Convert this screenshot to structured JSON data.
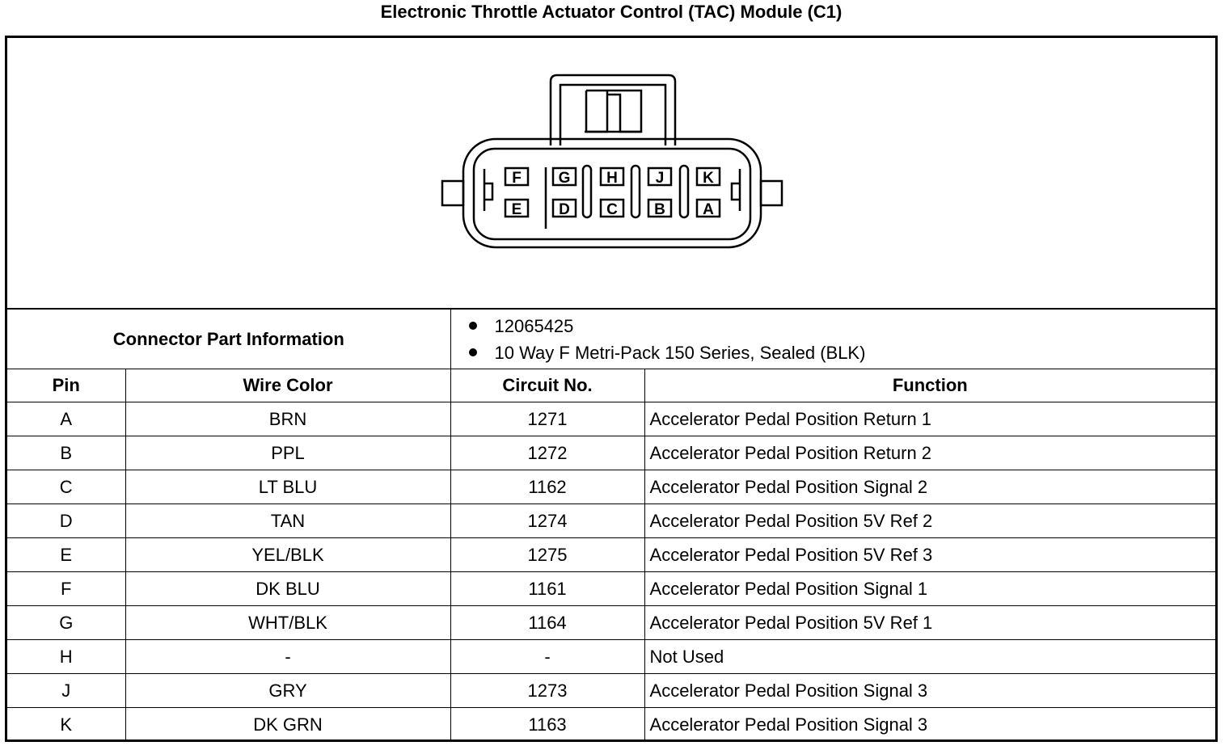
{
  "title": "Electronic Throttle Actuator Control (TAC) Module (C1)",
  "connector": {
    "top_row": [
      "F",
      "G",
      "H",
      "J",
      "K"
    ],
    "bottom_row": [
      "E",
      "D",
      "C",
      "B",
      "A"
    ]
  },
  "connector_info": {
    "label": "Connector Part Information",
    "items": [
      "12065425",
      "10 Way F Metri-Pack 150 Series, Sealed (BLK)"
    ]
  },
  "columns": [
    "Pin",
    "Wire Color",
    "Circuit No.",
    "Function"
  ],
  "rows": [
    {
      "pin": "A",
      "wire": "BRN",
      "circuit": "1271",
      "function": "Accelerator Pedal Position Return 1"
    },
    {
      "pin": "B",
      "wire": "PPL",
      "circuit": "1272",
      "function": "Accelerator Pedal Position Return 2"
    },
    {
      "pin": "C",
      "wire": "LT BLU",
      "circuit": "1162",
      "function": "Accelerator Pedal Position Signal 2"
    },
    {
      "pin": "D",
      "wire": "TAN",
      "circuit": "1274",
      "function": "Accelerator Pedal Position 5V Ref 2"
    },
    {
      "pin": "E",
      "wire": "YEL/BLK",
      "circuit": "1275",
      "function": "Accelerator Pedal Position 5V Ref 3"
    },
    {
      "pin": "F",
      "wire": "DK BLU",
      "circuit": "1161",
      "function": "Accelerator Pedal Position Signal 1"
    },
    {
      "pin": "G",
      "wire": "WHT/BLK",
      "circuit": "1164",
      "function": "Accelerator Pedal Position 5V Ref 1"
    },
    {
      "pin": "H",
      "wire": "-",
      "circuit": "-",
      "function": "Not Used"
    },
    {
      "pin": "J",
      "wire": "GRY",
      "circuit": "1273",
      "function": "Accelerator Pedal Position Signal 3"
    },
    {
      "pin": "K",
      "wire": "DK GRN",
      "circuit": "1163",
      "function": "Accelerator Pedal Position Signal 3"
    }
  ]
}
